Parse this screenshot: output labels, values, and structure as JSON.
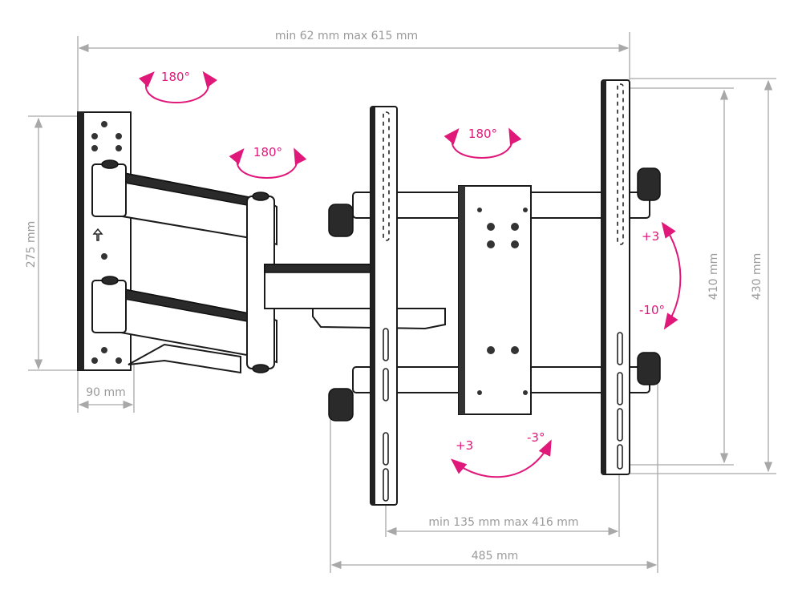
{
  "colors": {
    "rotation": "#e0187a",
    "dimension": "#9a9a9a",
    "outline": "#1a1a1a"
  },
  "dimensions": {
    "extension": "min 62 mm max 615 mm",
    "wall_plate_height": "275 mm",
    "wall_plate_width": "90 mm",
    "vesa_vertical_inner": "410 mm",
    "vesa_vertical_outer": "430 mm",
    "vesa_horizontal": "min 135 mm max 416 mm",
    "total_width": "485 mm"
  },
  "rotations": {
    "wall_swivel": "180°",
    "arm_swivel": "180°",
    "head_swivel": "180°",
    "tilt_up": "+3",
    "tilt_down": "-10°",
    "level_plus": "+3",
    "level_minus": "-3°"
  }
}
